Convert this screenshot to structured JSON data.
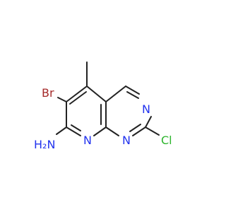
{
  "colors": {
    "background": "#ffffff",
    "bond": "#222222",
    "carbon": "#222222",
    "nitrogen": "#2233ee",
    "bromine": "#a52a2a",
    "chlorine": "#2db52d"
  },
  "molecule": {
    "atoms": [
      {
        "id": "Br",
        "label": "Br",
        "element": "bromine"
      },
      {
        "id": "NH2",
        "label": "H₂N",
        "element": "nitrogen"
      },
      {
        "id": "N8",
        "label": "N",
        "element": "nitrogen"
      },
      {
        "id": "N1",
        "label": "N",
        "element": "nitrogen"
      },
      {
        "id": "N3",
        "label": "N",
        "element": "nitrogen"
      },
      {
        "id": "Cl",
        "label": "Cl",
        "element": "chlorine"
      }
    ]
  }
}
